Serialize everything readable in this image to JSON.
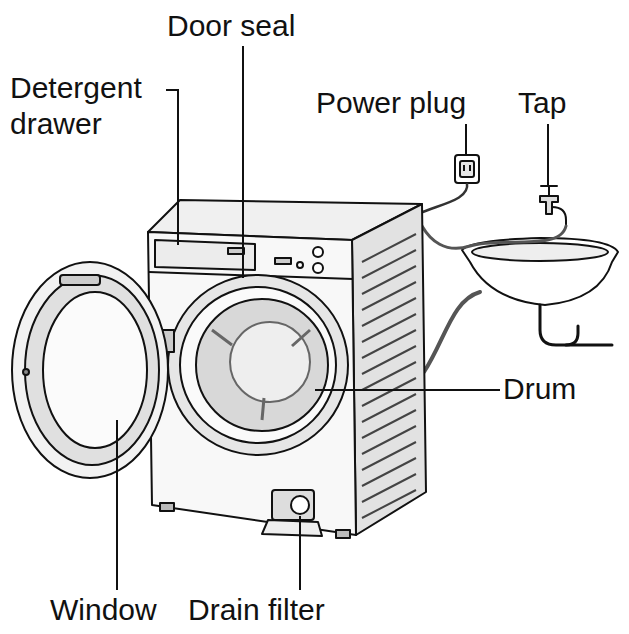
{
  "diagram": {
    "labels": [
      "Door seal",
      "Detergent drawer",
      "Power plug",
      "Tap",
      "Drum",
      "Window",
      "Drain filter"
    ]
  }
}
